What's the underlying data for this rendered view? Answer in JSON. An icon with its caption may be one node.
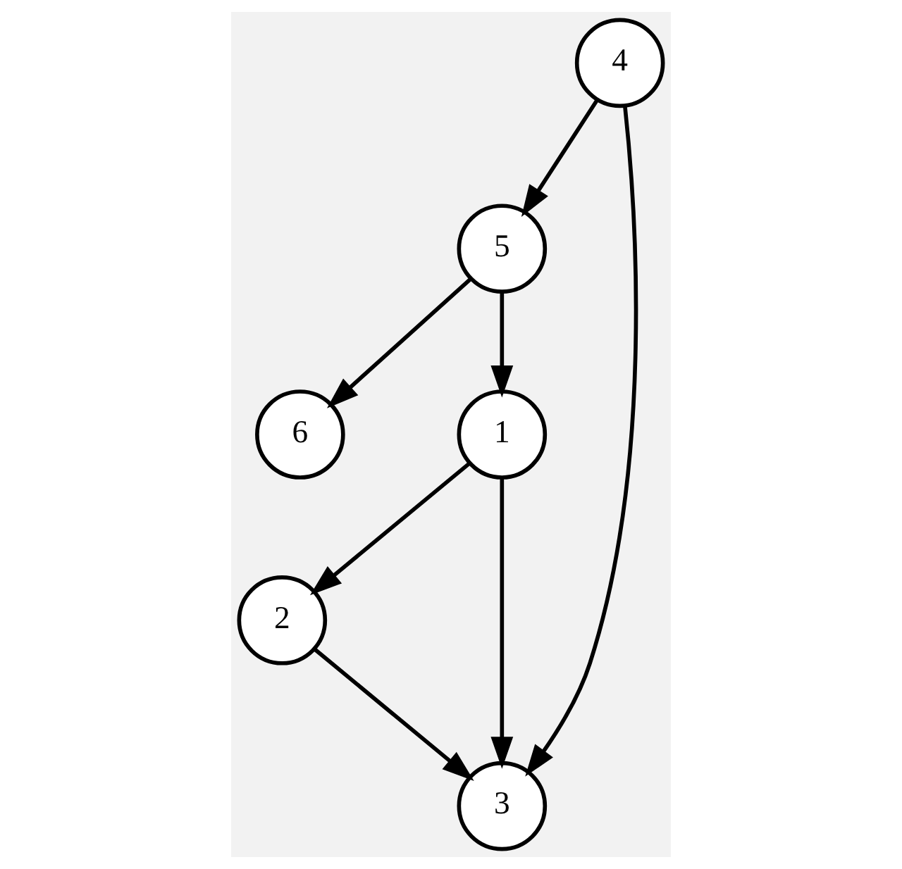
{
  "diagram": {
    "nodes": [
      {
        "text": [
          "6"
        ]
      },
      {
        "text": [
          "5"
        ]
      },
      {
        "text": [
          "1"
        ]
      },
      {
        "text": [
          "4"
        ]
      },
      {
        "text": [
          "2"
        ]
      },
      {
        "text": [
          "3"
        ]
      }
    ],
    "edges": [
      {
        "from": 1,
        "to": 0,
        "arrow": "to"
      },
      {
        "from": 1,
        "to": 2,
        "arrow": "to"
      },
      {
        "from": 3,
        "to": 1,
        "arrow": "to"
      },
      {
        "from": 2,
        "to": 4,
        "arrow": "to"
      },
      {
        "from": 2,
        "to": 5,
        "arrow": "to"
      },
      {
        "from": 4,
        "to": 5,
        "arrow": "to"
      },
      {
        "from": 3,
        "to": 5,
        "arrow": "to"
      }
    ]
  }
}
